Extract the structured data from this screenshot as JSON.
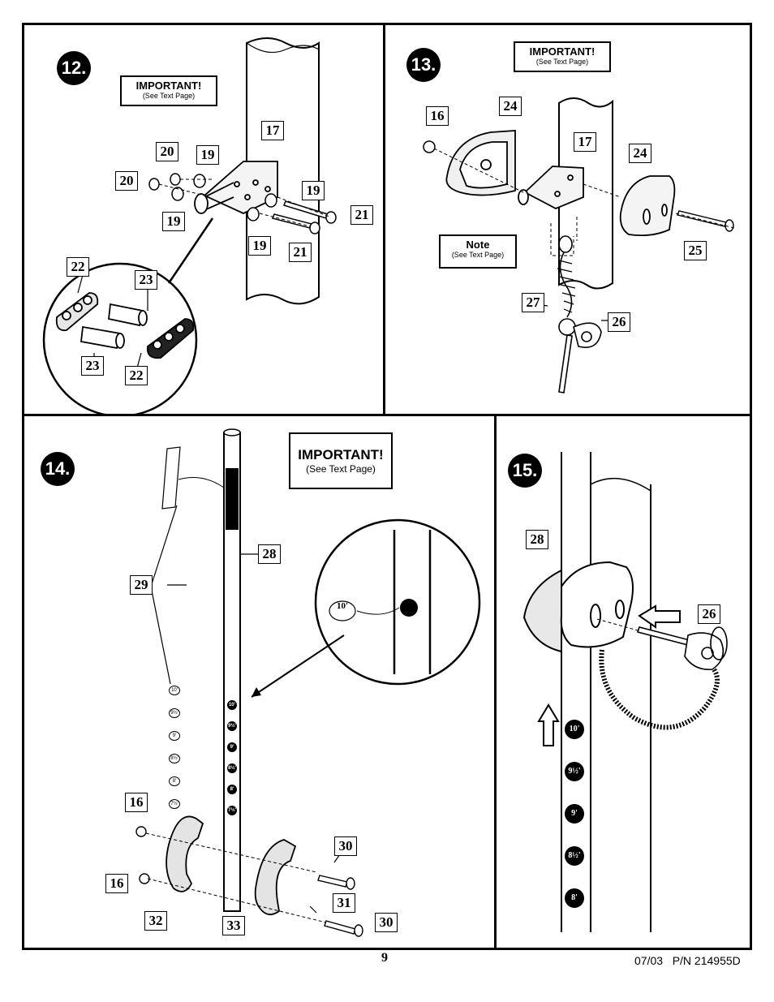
{
  "panels": {
    "step12": {
      "number": "12.",
      "notice": {
        "title": "IMPORTANT!",
        "subtitle": "(See Text Page)"
      },
      "parts": [
        "17",
        "20",
        "19",
        "20",
        "19",
        "19",
        "19",
        "21",
        "21",
        "22",
        "23",
        "23",
        "22"
      ]
    },
    "step13": {
      "number": "13.",
      "notice": {
        "title": "IMPORTANT!",
        "subtitle": "(See Text Page)"
      },
      "note": {
        "title": "Note",
        "subtitle": "(See Text Page)"
      },
      "parts": [
        "16",
        "24",
        "17",
        "24",
        "25",
        "27",
        "26"
      ]
    },
    "step14": {
      "number": "14.",
      "notice": {
        "title": "IMPORTANT!",
        "subtitle": "(See Text Page)"
      },
      "parts": [
        "28",
        "29",
        "16",
        "30",
        "16",
        "31",
        "32",
        "33",
        "30"
      ],
      "height_badges": [
        "10'",
        "9½'",
        "9'",
        "8½'",
        "8'",
        "7½'"
      ],
      "zoom_label": "10'"
    },
    "step15": {
      "number": "15.",
      "parts": [
        "28",
        "26"
      ],
      "height_badges": [
        "10'",
        "9½'",
        "9'",
        "8½'",
        "8'"
      ]
    }
  },
  "footer": {
    "page_number": "9",
    "part_number": "07/03   P/N 214955D"
  }
}
